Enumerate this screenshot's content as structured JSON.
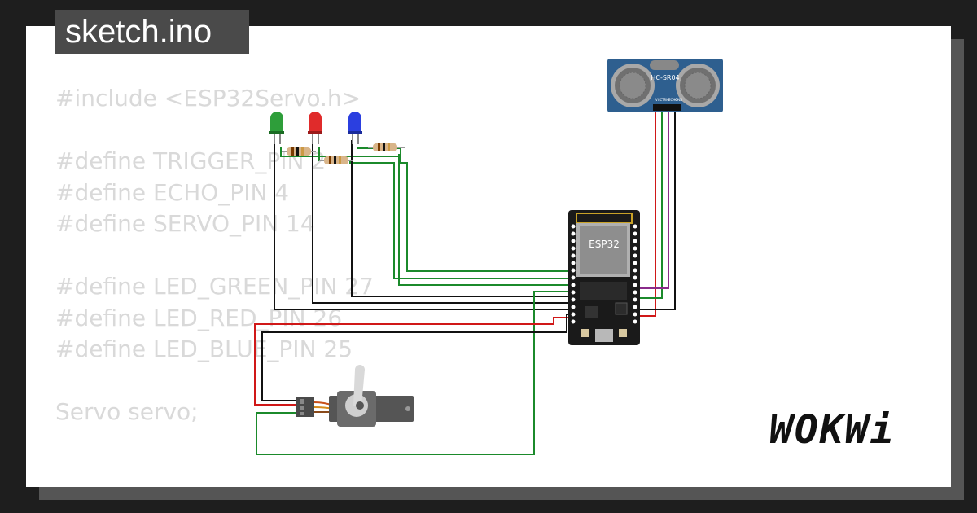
{
  "tab": {
    "title": "sketch.ino"
  },
  "code": {
    "lines": [
      "#include <ESP32Servo.h>",
      "",
      "#define TRIGGER_PIN 2",
      "#define ECHO_PIN 4",
      "#define SERVO_PIN 14",
      "",
      "#define LED_GREEN_PIN 27",
      "#define LED_RED_PIN 26",
      "#define LED_BLUE_PIN 25",
      "",
      "Servo servo;"
    ]
  },
  "board": {
    "label": "ESP32"
  },
  "sensor": {
    "label": "HC-SR04",
    "pins": [
      "VCC",
      "TRIG",
      "ECHO",
      "GND"
    ]
  },
  "leds": [
    {
      "color": "#2e9e3a",
      "name": "green"
    },
    {
      "color": "#e02b2b",
      "name": "red"
    },
    {
      "color": "#2b3fe0",
      "name": "blue"
    }
  ],
  "wire_colors": {
    "signal": "#1b8a2b",
    "power": "#d01818",
    "ground": "#111111",
    "echo": "#8a2b8a"
  },
  "brand": {
    "logo_text": "WOKWi"
  }
}
